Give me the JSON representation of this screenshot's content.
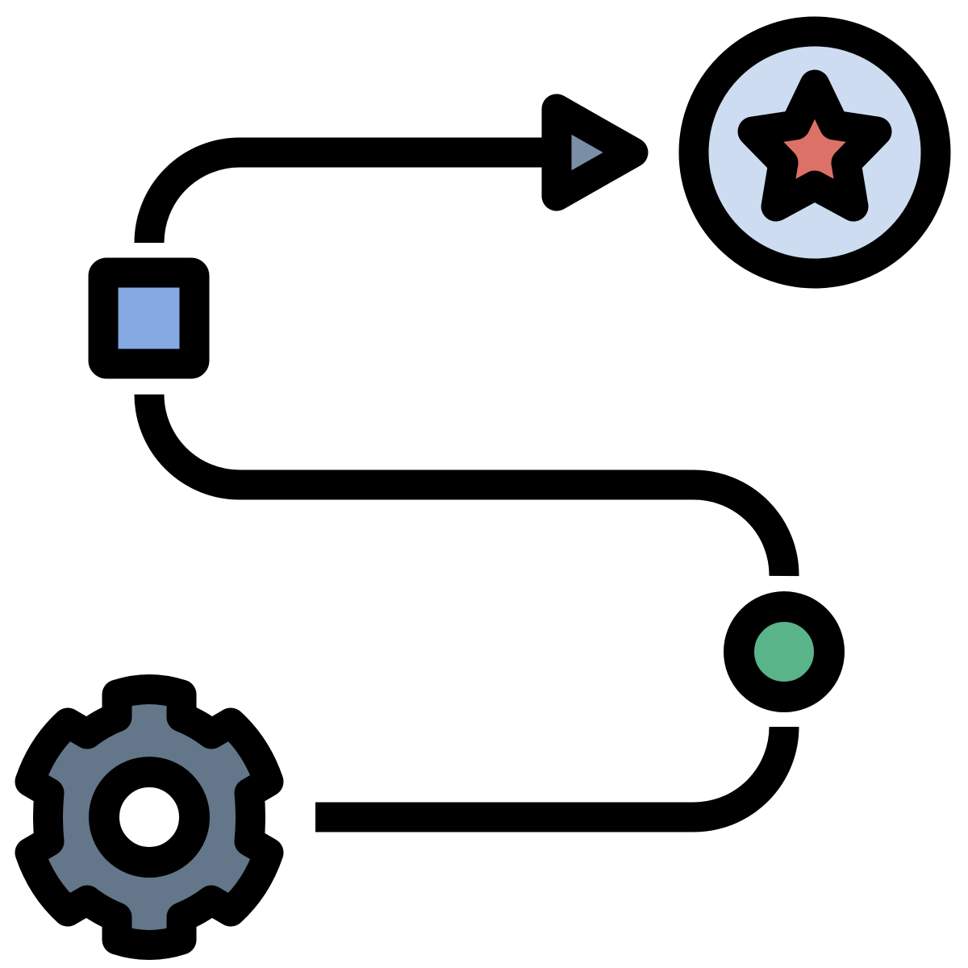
{
  "diagram": {
    "kind": "roadmap-path-icon",
    "colors": {
      "stroke": "#000000",
      "background": "#ffffff",
      "gear_fill": "#63768A",
      "gear_hole": "#ffffff",
      "milestone_dot_fill": "#5AB48A",
      "square_fill": "#84A9E3",
      "arrow_fill": "#7A8EA5",
      "goal_circle_fill": "#CDDCF0",
      "star_fill": "#DC7167"
    },
    "nodes": [
      {
        "id": "start",
        "icon": "gear-icon"
      },
      {
        "id": "checkpoint",
        "icon": "circle-icon"
      },
      {
        "id": "step",
        "icon": "square-icon"
      },
      {
        "id": "direction",
        "icon": "arrow-head-icon"
      },
      {
        "id": "goal",
        "icon": "star-icon"
      }
    ]
  }
}
